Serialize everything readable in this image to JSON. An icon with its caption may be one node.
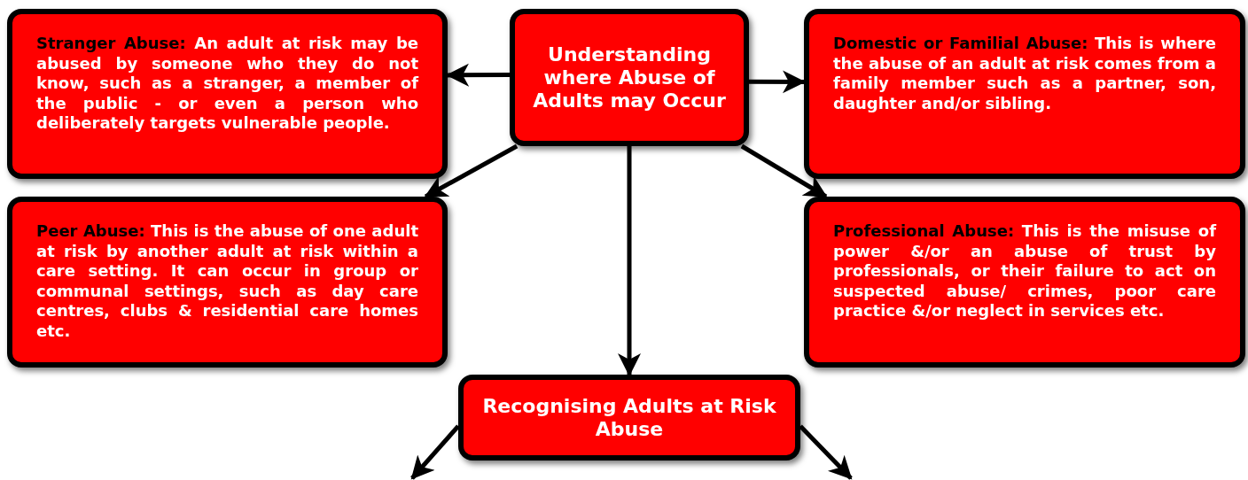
{
  "diagram": {
    "nodes": [
      {
        "text": [
          "Understanding where Abuse of Adults may Occur"
        ]
      },
      {
        "text": [
          "Stranger Abuse:",
          "An adult at risk may be abused by someone who they do not know, such as a stranger, a member of the public - or even a person who deliberately targets vulnerable people."
        ]
      },
      {
        "text": [
          "Domestic or Familial Abuse:",
          "This is where the abuse of an adult at risk comes from a family member such as a partner, son, daughter and/or sibling."
        ]
      },
      {
        "text": [
          "Peer Abuse:",
          "This is the abuse of one adult at risk by another adult at risk within a care setting. It can occur in group or communal settings, such as day care centres, clubs & residential care homes etc."
        ]
      },
      {
        "text": [
          "Professional Abuse:",
          "This is the misuse of power &/or an abuse of trust by professionals, or their failure to act on suspected abuse/ crimes, poor care practice &/or neglect in services etc."
        ]
      },
      {
        "text": [
          "Recognising Adults at Risk Abuse"
        ]
      }
    ],
    "edges": [
      {
        "from": 0,
        "to": 1,
        "arrow": "to"
      },
      {
        "from": 0,
        "to": 2,
        "arrow": "to"
      },
      {
        "from": 0,
        "to": 3,
        "arrow": "to"
      },
      {
        "from": 0,
        "to": 4,
        "arrow": "to"
      },
      {
        "from": 0,
        "to": 5,
        "arrow": "to"
      },
      {
        "from": 5,
        "to": null,
        "arrow": "to"
      },
      {
        "from": 5,
        "to": null,
        "arrow": "to"
      }
    ]
  }
}
